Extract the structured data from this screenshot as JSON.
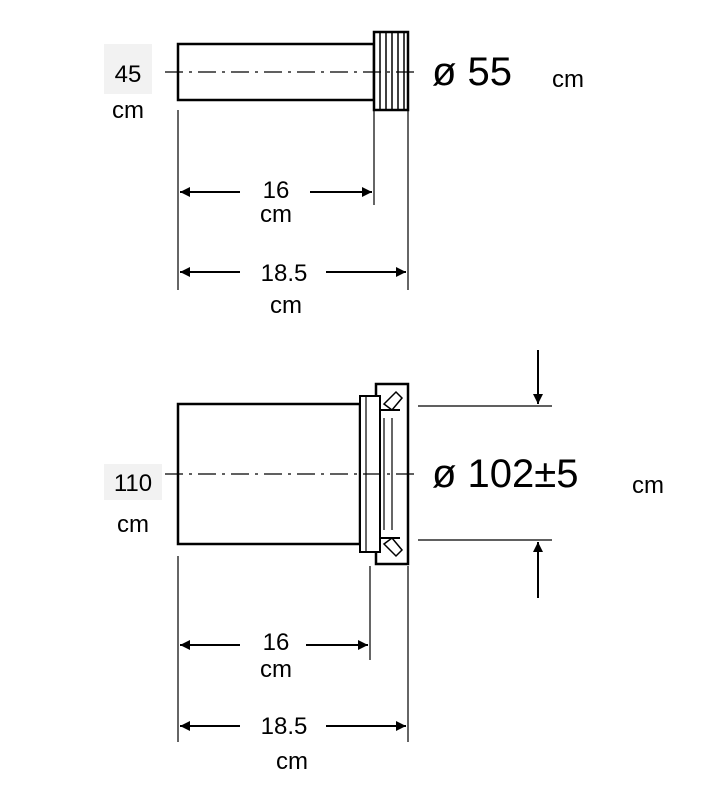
{
  "top_fitting": {
    "left_value": "45",
    "left_unit": "cm",
    "inner_length_value": "16",
    "inner_length_unit": "cm",
    "total_length_value": "18.5",
    "total_length_unit": "cm",
    "diameter_label": "ø 55",
    "diameter_unit": "cm"
  },
  "bottom_fitting": {
    "left_value": "110",
    "left_unit": "cm",
    "inner_length_value": "16",
    "inner_length_unit": "cm",
    "total_length_value": "18.5",
    "total_length_unit": "cm",
    "diameter_label": "ø 102±5",
    "diameter_unit": "cm"
  }
}
